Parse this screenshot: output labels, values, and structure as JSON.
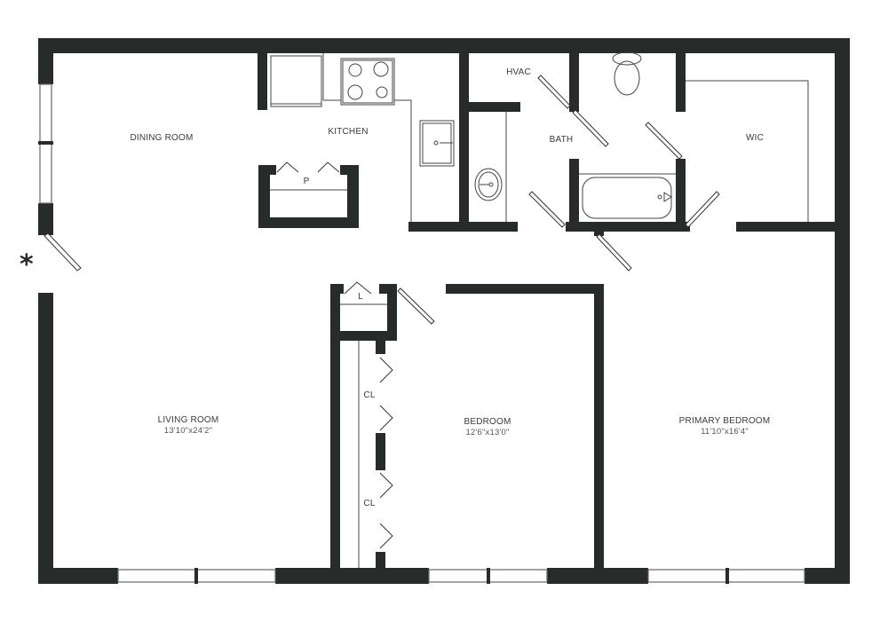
{
  "plan": {
    "wall_color": "#272b2a",
    "background": "#ffffff",
    "entry_marker": "*",
    "rooms": [
      {
        "id": "dining",
        "label": "DINING ROOM",
        "dims": ""
      },
      {
        "id": "kitchen",
        "label": "KITCHEN",
        "dims": ""
      },
      {
        "id": "pantry",
        "label": "P",
        "dims": ""
      },
      {
        "id": "hvac",
        "label": "HVAC",
        "dims": ""
      },
      {
        "id": "bath",
        "label": "BATH",
        "dims": ""
      },
      {
        "id": "wic",
        "label": "WIC",
        "dims": ""
      },
      {
        "id": "linen",
        "label": "L",
        "dims": ""
      },
      {
        "id": "closet1",
        "label": "CL",
        "dims": ""
      },
      {
        "id": "closet2",
        "label": "CL",
        "dims": ""
      },
      {
        "id": "living",
        "label": "LIVING ROOM",
        "dims": "13'10\"x24'2\""
      },
      {
        "id": "bedroom",
        "label": "BEDROOM",
        "dims": "12'6\"x13'0\""
      },
      {
        "id": "primary",
        "label": "PRIMARY BEDROOM",
        "dims": "11'10\"x16'4\""
      }
    ]
  }
}
